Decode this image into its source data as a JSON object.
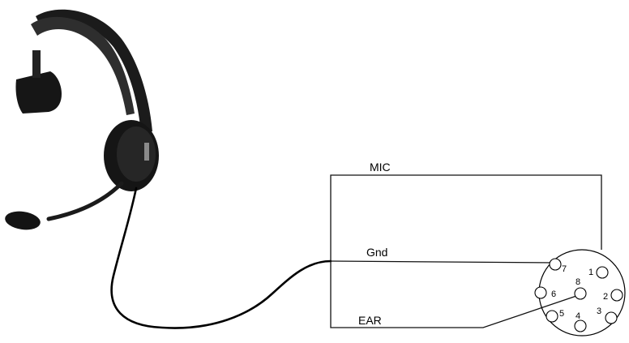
{
  "labels": {
    "mic": "MIC",
    "gnd": "Gnd",
    "ear": "EAR"
  },
  "connector": {
    "pins": [
      {
        "num": "1"
      },
      {
        "num": "2"
      },
      {
        "num": "3"
      },
      {
        "num": "4"
      },
      {
        "num": "5"
      },
      {
        "num": "6"
      },
      {
        "num": "7"
      },
      {
        "num": "8"
      }
    ]
  },
  "colors": {
    "line": "#111111",
    "headset": "#1b1b1b",
    "background": "#ffffff"
  }
}
